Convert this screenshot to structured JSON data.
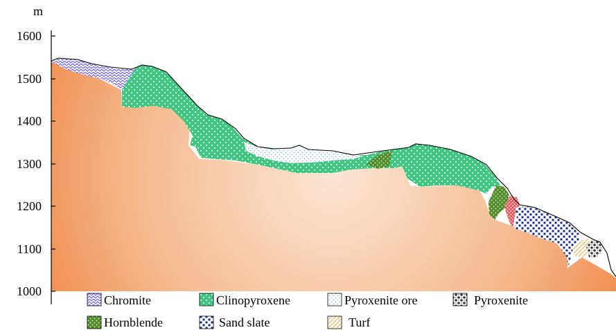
{
  "axis": {
    "unit": "m",
    "ticks": [
      "1600",
      "1500",
      "1400",
      "1300",
      "1200",
      "1100",
      "1000"
    ]
  },
  "legend": {
    "chromite": "Chromite",
    "clinopyroxene": "Clinopyroxene",
    "pyroxenite_ore": "Pyroxenite ore",
    "pyroxenite": "Pyroxenite",
    "hornblende": "Hornblende",
    "sand_slate": "Sand slate",
    "turf": "Turf"
  },
  "colors": {
    "bedrock_light": "#fbe6d6",
    "bedrock_dark": "#ee7d36",
    "clinopyroxene": "#3cc97f",
    "chromite": "#6a5cf0",
    "pyroxenite_ore": "#8fb6e6",
    "hornblende": "#4f8a2a",
    "sand_slate": "#0f2a88",
    "pyroxenite": "#333333",
    "turf": "#f2b24a",
    "red_unit": "#e0353a"
  }
}
